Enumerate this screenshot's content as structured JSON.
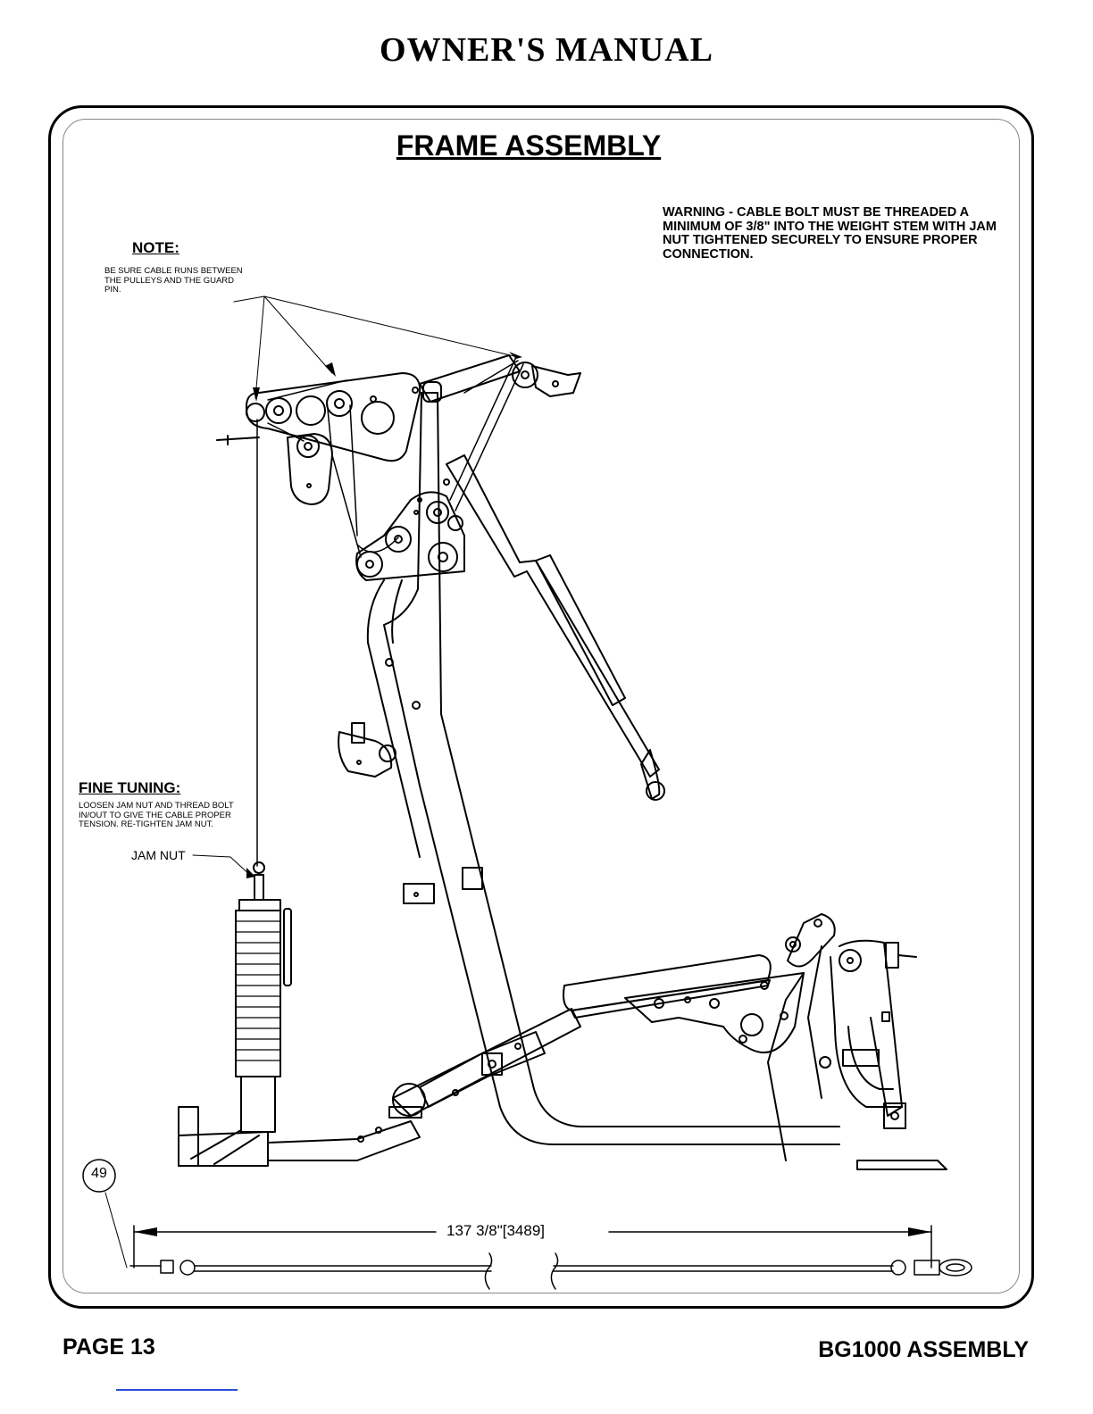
{
  "header": {
    "title": "OWNER'S MANUAL"
  },
  "diagram": {
    "title": "FRAME ASSEMBLY",
    "warning": "WARNING - CABLE BOLT MUST BE THREADED A MINIMUM OF 3/8\" INTO THE WEIGHT STEM WITH JAM NUT TIGHTENED SECURELY TO ENSURE PROPER CONNECTION.",
    "note": {
      "heading": "NOTE:",
      "body": "BE SURE CABLE RUNS BETWEEN THE PULLEYS AND THE GUARD PIN."
    },
    "fine_tuning": {
      "heading": "FINE TUNING:",
      "body": "LOOSEN JAM NUT AND THREAD BOLT IN/OUT TO GIVE THE CABLE PROPER TENSION. RE-TIGHTEN JAM NUT."
    },
    "jam_nut_label": "JAM NUT",
    "part_number": "49",
    "cable_length": "137 3/8\"[3489]"
  },
  "footer": {
    "page": "PAGE 13",
    "model": "BG1000 ASSEMBLY"
  },
  "colors": {
    "ink": "#000000",
    "accent_mark": "#2a4dd8"
  }
}
